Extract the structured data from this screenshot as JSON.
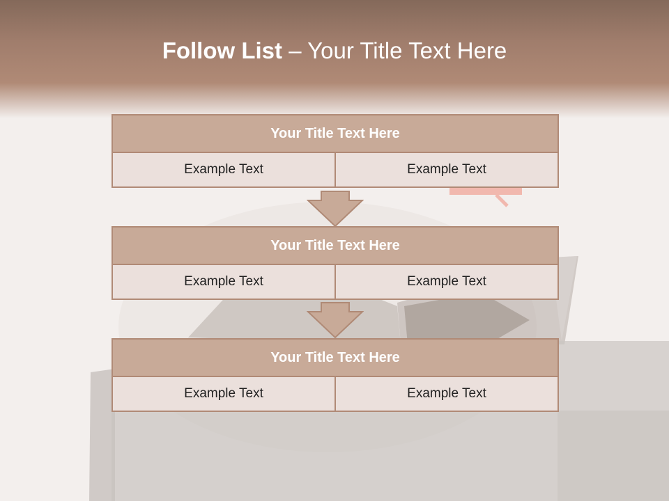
{
  "slide": {
    "title_bold": "Follow List",
    "title_rest": "  – Your Title Text Here"
  },
  "blocks": [
    {
      "title": "Your Title Text Here",
      "left": "Example Text",
      "right": "Example Text"
    },
    {
      "title": "Your Title Text Here",
      "left": "Example Text",
      "right": "Example Text"
    },
    {
      "title": "Your Title Text Here",
      "left": "Example Text",
      "right": "Example Text"
    }
  ],
  "colors": {
    "accent": "#b08a76",
    "header_fill": "#c8aa98",
    "cell_fill": "#ebe0dc",
    "band": "#a07d6c"
  }
}
